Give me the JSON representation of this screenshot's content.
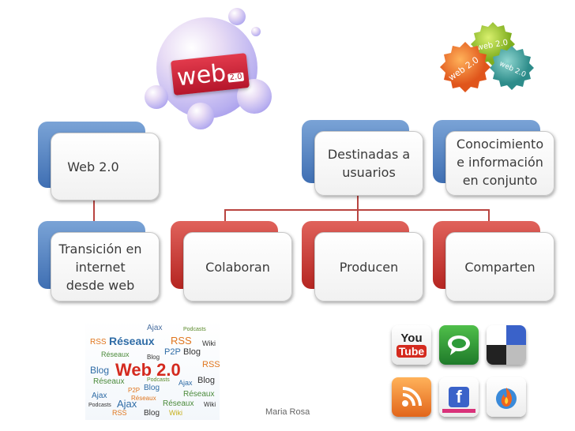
{
  "logo": {
    "word": "web",
    "version": "2.0"
  },
  "badges": {
    "top": "web 2.0",
    "left": "web 2.0",
    "right": "web 2.0"
  },
  "diagram": {
    "root": "Web 2.0",
    "root_child": "Transición en\ninternet\ndesde web",
    "branch_a": "Destinadas a\nusuarios",
    "branch_b": "Conocimiento\ne información\nen conjunto",
    "children": [
      "Colaboran",
      "Producen",
      "Comparten"
    ]
  },
  "word_cloud": {
    "words": [
      "Ajax",
      "Podcasts",
      "RSS",
      "Réseaux",
      "RSS",
      "Wiki",
      "Réseaux",
      "P2P",
      "Blog",
      "Blog",
      "Web 2.0",
      "RSS",
      "Blog",
      "Réseaux",
      "Podcasts",
      "Ajax",
      "Blog",
      "P2P",
      "Blog",
      "Ajax",
      "Réseaux",
      "Réseaux",
      "Podcasts",
      "Ajax",
      "Réseaux",
      "Wiki",
      "RSS",
      "Blog",
      "Wiki"
    ]
  },
  "footer": {
    "author": "Maria Rosa"
  },
  "icons": [
    {
      "name": "youtube-icon",
      "label_top": "You",
      "label_bottom": "Tube",
      "color": "#e53a2e"
    },
    {
      "name": "chat-icon",
      "color": "#2e9c3a"
    },
    {
      "name": "delicious-icon",
      "color": "#3a62c9"
    },
    {
      "name": "rss-icon",
      "color": "#f58a1f"
    },
    {
      "name": "facebook-icon",
      "label": "f",
      "color": "#d9327a"
    },
    {
      "name": "fire-icon",
      "color": "#e0452a"
    }
  ]
}
